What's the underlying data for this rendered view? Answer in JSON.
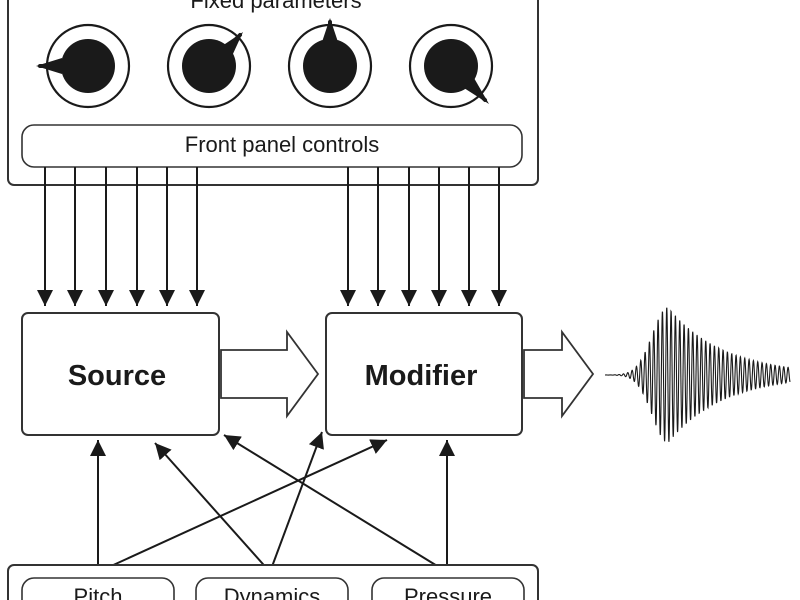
{
  "diagram": {
    "top_panel_title": "Fixed parameters",
    "front_panel_label": "Front panel controls",
    "source_label": "Source",
    "modifier_label": "Modifier",
    "bottom_controls": [
      "Pitch",
      "Dynamics",
      "Pressure"
    ],
    "knob_settings": [
      "knob-1",
      "knob-2",
      "knob-3",
      "knob-4"
    ]
  }
}
